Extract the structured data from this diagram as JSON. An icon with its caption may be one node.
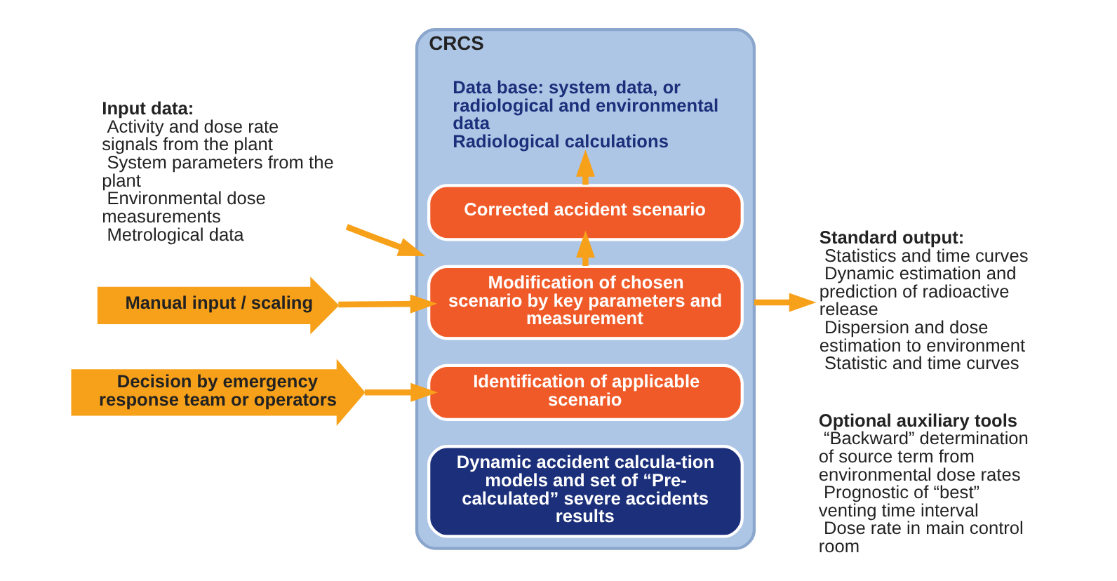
{
  "diagram": {
    "nodes": [
      {
        "text": [
          "Input data:",
          "Activity and dose rate signals from the plant",
          "System parameters from the plant",
          "Environmental dose measurements",
          "Metrological data"
        ]
      },
      {
        "text": [
          "Manual input / scaling"
        ]
      },
      {
        "text": [
          "Decision by emergency response team or operators"
        ]
      },
      {
        "text": [
          "CRCS"
        ]
      },
      {
        "text": [
          "Data base: system data, or radiological and environmental data",
          "Radiological calculations"
        ],
        "in": 3
      },
      {
        "text": [
          "Corrected accident scenario"
        ],
        "in": 3
      },
      {
        "text": [
          "Modification of chosen scenario by key parameters and measurement"
        ],
        "in": 3
      },
      {
        "text": [
          "Identification of applicable scenario"
        ],
        "in": 3
      },
      {
        "text": [
          "Dynamic accident calcula-tion models and set of “Pre-calculated” severe accidents results"
        ],
        "in": 3
      },
      {
        "text": [
          "Standard output:",
          "Statistics and time curves",
          "Dynamic estimation and prediction of radioactive release",
          "Dispersion and dose estimation to environment",
          "Statistic and time curves"
        ]
      }
    ],
    "edges": [
      {
        "from": 0,
        "to": 3,
        "arrow": "to"
      },
      {
        "from": 1,
        "to": 6,
        "arrow": "to"
      },
      {
        "from": 2,
        "to": 7,
        "arrow": "to"
      },
      {
        "from": 6,
        "to": 5,
        "arrow": "to"
      },
      {
        "from": 5,
        "to": 4,
        "arrow": "to"
      },
      {
        "from": 3,
        "to": 9,
        "arrow": "to"
      }
    ],
    "labels": [
      "Optional auxiliary tools",
      "“Backward” determination of source term from environmental dose rates",
      "Prognostic of “best” venting time interval",
      "Dose rate in main control room"
    ]
  }
}
